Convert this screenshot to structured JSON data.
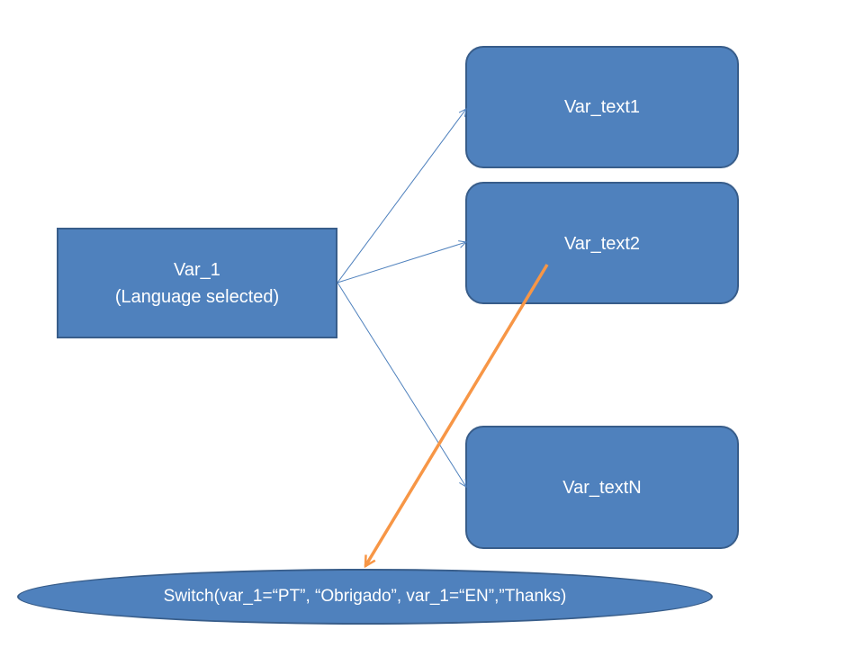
{
  "diagram": {
    "source_node": {
      "line1": "Var_1",
      "line2": "(Language selected)"
    },
    "text_nodes": [
      {
        "label": "Var_text1"
      },
      {
        "label": "Var_text2"
      },
      {
        "label": "Var_textN"
      }
    ],
    "switch_node": {
      "label": "Switch(var_1=“PT”, “Obrigado”, var_1=“EN”,”Thanks)"
    },
    "colors": {
      "node_fill": "#4f81bd",
      "node_border": "#385d8a",
      "node_text": "#ffffff",
      "connector": "#4f81bd",
      "highlight_arrow": "#f79646"
    }
  }
}
